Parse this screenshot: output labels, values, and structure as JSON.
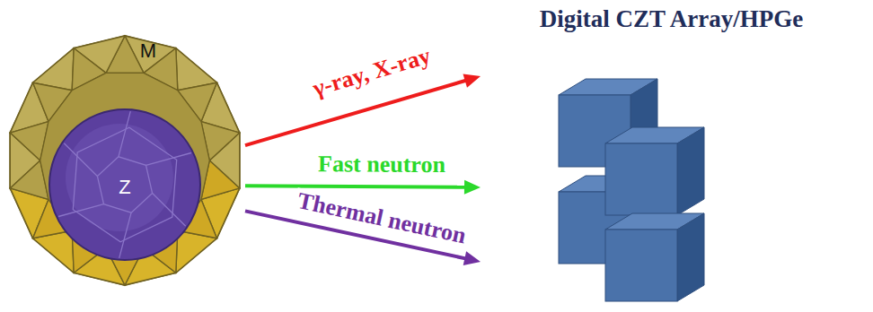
{
  "diagram": {
    "nodes": [
      {
        "text": [
          "M"
        ]
      },
      {
        "text": [
          "Z"
        ],
        "in": 0
      },
      {
        "text": [
          "Digital CZT Array/HPGe"
        ]
      }
    ],
    "edges": [
      {
        "from": 0,
        "to": 2,
        "label": "γ-ray, X-ray",
        "arrow": "to"
      },
      {
        "from": 0,
        "to": 2,
        "label": "Fast neutron",
        "arrow": "to"
      },
      {
        "from": 0,
        "to": 2,
        "label": "Thermal neutron",
        "arrow": "to"
      }
    ]
  }
}
